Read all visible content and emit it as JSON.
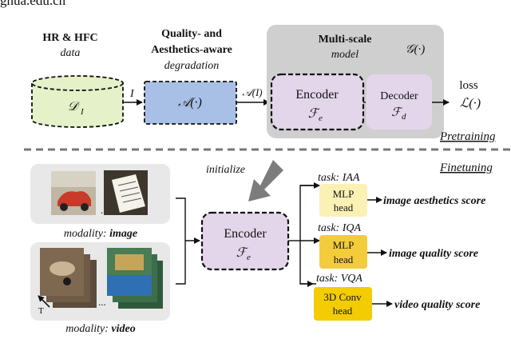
{
  "colors": {
    "data_fill": "#e4f1c9",
    "degradation_fill": "#a9c0e6",
    "model_bg": "#cfcfcf",
    "encoder_fill": "#e3d6ea",
    "decoder_fill": "#e3d6ea",
    "modality_bg": "#e8e8e8",
    "head_light": "#fbf1b4",
    "head_mid": "#f3cc3b",
    "head_dark": "#f4cc04",
    "init_arrow": "#7c7c7c",
    "separator": "#777777"
  },
  "top_text": "ghua.edu.cn",
  "pretrain": {
    "data_title": "HR & HFC",
    "data_subtitle": "data",
    "data_symbol": "𝒟",
    "data_sub": "I",
    "edge_i": "I",
    "deg_title1": "Quality- and",
    "deg_title2": "Aesthetics-aware",
    "deg_subtitle": "degradation",
    "deg_symbol": "𝒜(·)",
    "edge_ai": "𝒜(I)",
    "model_title": "Multi-scale",
    "model_subtitle": "model",
    "model_symbol": "𝒢(·)",
    "encoder_label": "Encoder",
    "encoder_symbol": "ℱ",
    "encoder_sub": "e",
    "decoder_label": "Decoder",
    "decoder_symbol": "ℱ",
    "decoder_sub": "d",
    "loss_label": "loss",
    "loss_symbol": "ℒ(·)",
    "stage_label": "Pretraining"
  },
  "finetune": {
    "stage_label": "Finetuning",
    "initialize_label": "initialize",
    "image_modality_prefix": "modality: ",
    "image_modality_value": "image",
    "video_modality_prefix": "modality: ",
    "video_modality_value": "video",
    "ellipsis": "...",
    "time_label": "T",
    "encoder_label": "Encoder",
    "encoder_symbol": "ℱ",
    "encoder_sub": "e",
    "tasks": [
      {
        "task": "task: IAA",
        "head1": "MLP",
        "head2": "head",
        "output": "image aesthetics score"
      },
      {
        "task": "task: IQA",
        "head1": "MLP",
        "head2": "head",
        "output": "image quality score"
      },
      {
        "task": "task: VQA",
        "head1": "3D Conv",
        "head2": "head",
        "output": "video quality score"
      }
    ]
  }
}
